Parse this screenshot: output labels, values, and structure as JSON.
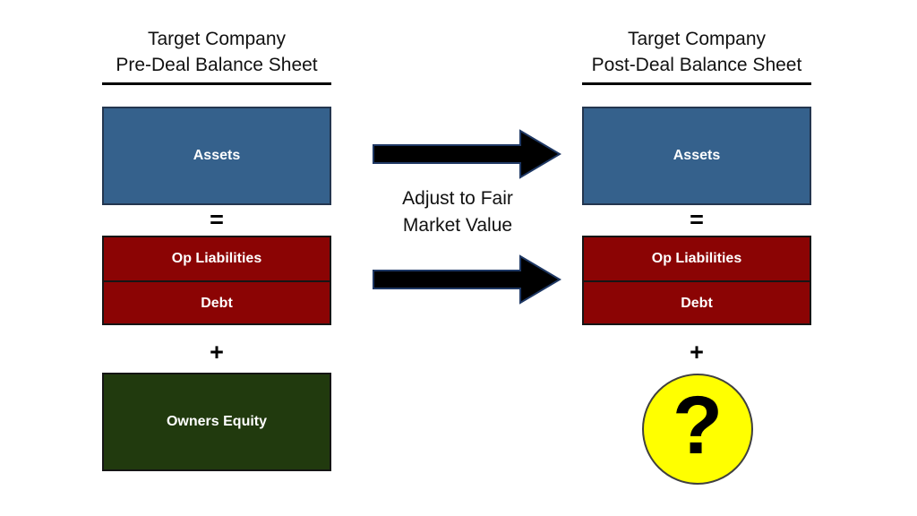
{
  "colors": {
    "background": "#FFFFFF",
    "assets_fill": "#35618C",
    "assets_border": "#24364F",
    "liabilities_fill": "#8B0404",
    "liabilities_border": "#151515",
    "equity_fill": "#213A0E",
    "equity_border": "#151515",
    "arrow_fill": "#000000",
    "arrow_border": "#1F3864",
    "circle_fill": "#FFFF00",
    "circle_border": "#404040",
    "title_underline": "#000000",
    "text_color": "#111111",
    "box_text_color": "#FFFFFF"
  },
  "left_panel": {
    "title_line1": "Target Company",
    "title_line2": "Pre-Deal Balance Sheet",
    "boxes": {
      "assets": "Assets",
      "op_liabilities": "Op Liabilities",
      "debt": "Debt",
      "owners_equity": "Owners Equity"
    },
    "operators": {
      "equals": "=",
      "plus": "+"
    }
  },
  "center": {
    "annotation_line1": "Adjust to Fair",
    "annotation_line2": "Market Value"
  },
  "right_panel": {
    "title_line1": "Target Company",
    "title_line2": "Post-Deal Balance Sheet",
    "boxes": {
      "assets": "Assets",
      "op_liabilities": "Op Liabilities",
      "debt": "Debt"
    },
    "operators": {
      "equals": "=",
      "plus": "+"
    },
    "unknown_equity": "?"
  }
}
